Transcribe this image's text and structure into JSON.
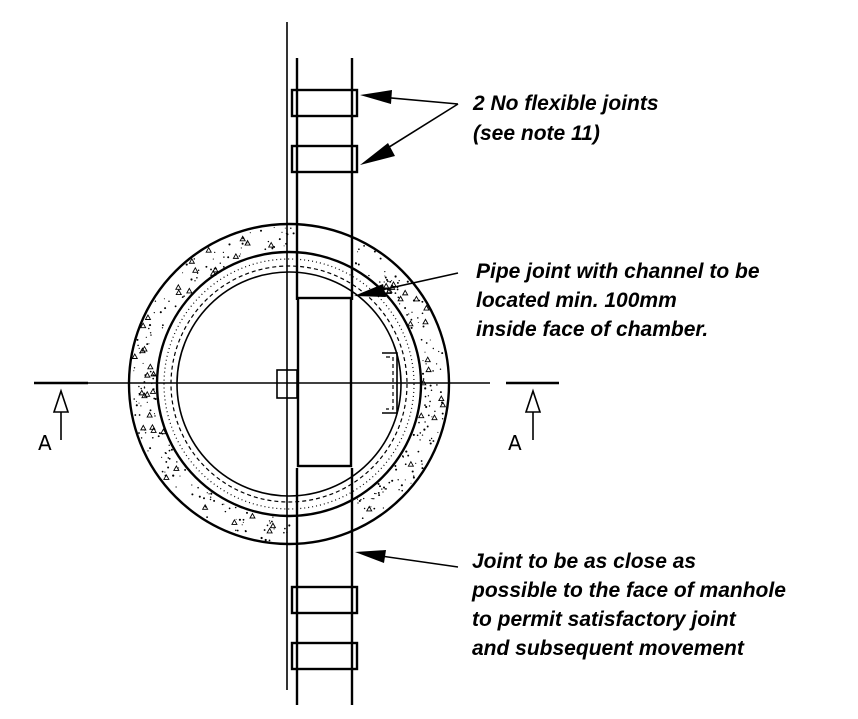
{
  "notes": {
    "flexible_joints": [
      "2 No flexible joints",
      "(see note 11)"
    ],
    "pipe_joint": [
      "Pipe joint with channel to be",
      "located min. 100mm",
      "inside face of chamber."
    ],
    "manhole_joint": [
      "Joint to be as close as",
      "possible to the face of manhole",
      "to permit satisfactory joint",
      "and subsequent movement"
    ]
  },
  "section_marks": {
    "left": "A",
    "right": "A"
  }
}
